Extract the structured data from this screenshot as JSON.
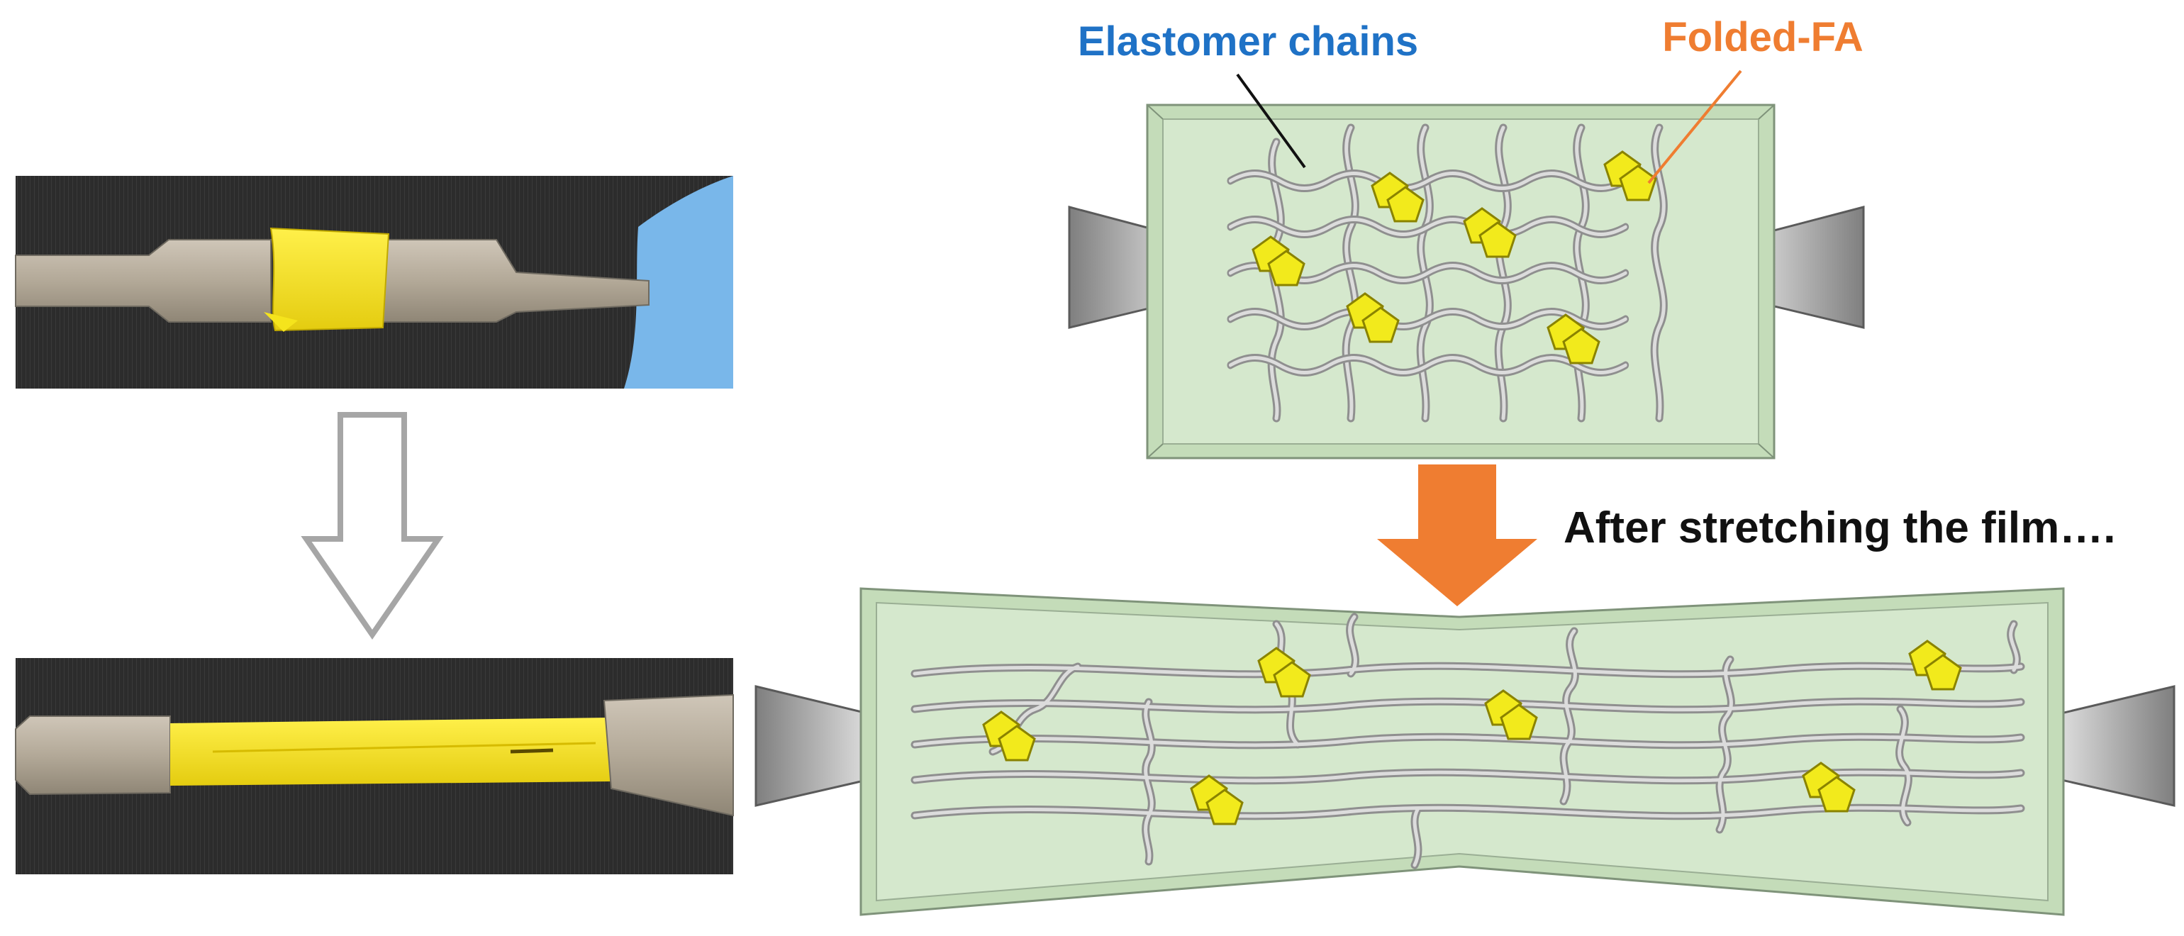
{
  "labels": {
    "elastomer_chains": "Elastomer chains",
    "folded_fa": "Folded-FA",
    "after_stretching": "After stretching the film…."
  },
  "colors": {
    "elastomer_label": "#1f72c6",
    "folded_fa_label": "#ef7d31",
    "film_fill": "#d5e8cd",
    "film_edge": "#7f937a",
    "chain": "#a9a9a9",
    "molecule": "#f2ea1c",
    "stretch_arrow": "#ef7d31",
    "outline_arrow": "#a6a6a6",
    "clamp": "#b0b0b0",
    "yellow_sample": "#f5e41c",
    "photo_background": "#2e2e2e",
    "glove": "#79b7ea",
    "metal_grip": "#b4aa9c"
  },
  "icons": {
    "arrow_down_outline": "outline-down-arrow-icon",
    "arrow_down_solid": "solid-down-arrow-icon",
    "molecule": "pentagon-pair-icon",
    "clamp": "trapezoid-clamp-icon"
  }
}
